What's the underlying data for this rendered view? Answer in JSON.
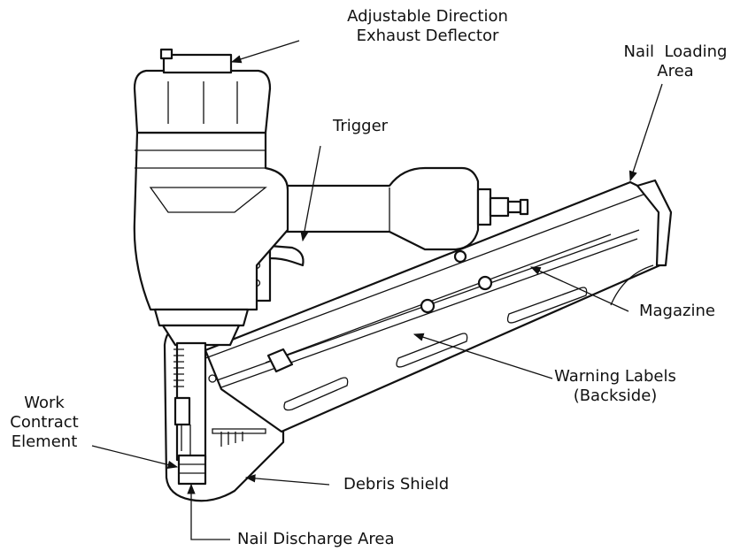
{
  "labels": {
    "exhaust_line1": "Adjustable Direction",
    "exhaust_line2": "Exhaust Deflector",
    "nail_loading_line1": "Nail  Loading",
    "nail_loading_line2": "Area",
    "trigger": "Trigger",
    "magazine": "Magazine",
    "warning_line1": "Warning Labels",
    "warning_line2": "(Backside)",
    "work_line1": "Work",
    "work_line2": "Contract",
    "work_line3": "Element",
    "debris_shield": "Debris Shield",
    "nail_discharge": "Nail Discharge Area"
  }
}
